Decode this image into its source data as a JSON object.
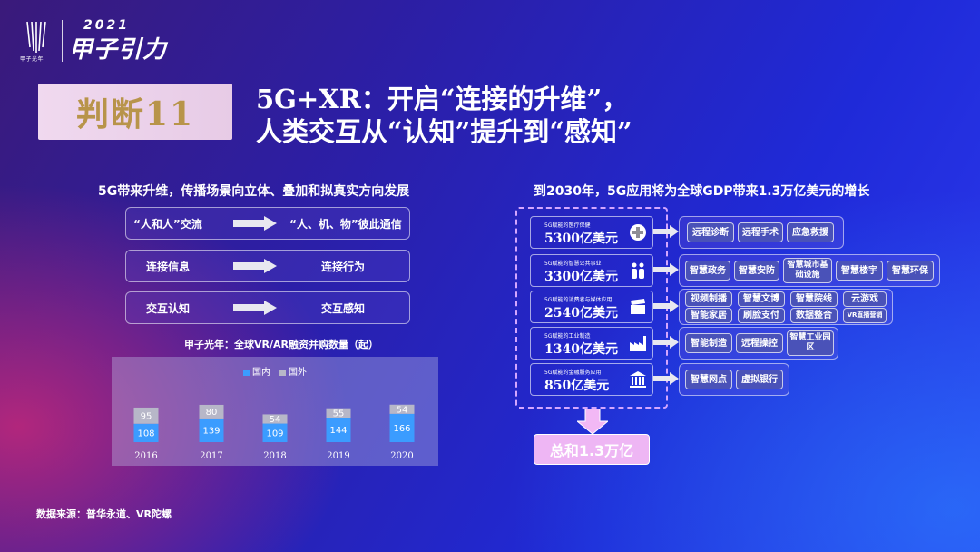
{
  "logo": {
    "company": "甲子光年",
    "year": "2021",
    "title": "甲子引力"
  },
  "badge": "判断11",
  "headline": {
    "line1": "5G+XR：开启“连接的升维”，",
    "line2": "人类交互从“认知”提升到“感知”"
  },
  "left": {
    "title": "5G带来升维，传播场景向立体、叠加和拟真实方向发展",
    "rows": [
      {
        "from": "“人和人”交流",
        "to": "“人、机、物”彼此通信"
      },
      {
        "from": "连接信息",
        "to": "连接行为"
      },
      {
        "from": "交互认知",
        "to": "交互感知"
      }
    ]
  },
  "chart_data": {
    "type": "bar",
    "title": "甲子光年：全球VR/AR融资并购数量（起）",
    "categories": [
      "2016",
      "2017",
      "2018",
      "2019",
      "2020"
    ],
    "series": [
      {
        "name": "国内",
        "values": [
          108,
          139,
          109,
          144,
          166
        ],
        "color": "#3b9cff"
      },
      {
        "name": "国外",
        "values": [
          95,
          80,
          54,
          55,
          54
        ],
        "color": "#b7b7c8"
      }
    ],
    "stacked": true,
    "legend": "top-center",
    "grid": false
  },
  "right": {
    "title": "到2030年，5G应用将为全球GDP带来1.3万亿美元的增长",
    "sectors": [
      {
        "small": "5G赋能的医疗保健",
        "big": "5300亿美元",
        "color": "#8e8e96",
        "icon": "medical-cross-icon",
        "tags": [
          "远程诊断",
          "远程手术",
          "应急救援"
        ]
      },
      {
        "small": "5G赋能的智慧公共事业",
        "big": "3300亿美元",
        "color": "#a4a4ac",
        "icon": "people-icon",
        "tags": [
          "智慧政务",
          "智慧安防",
          "智慧城市基础设施",
          "智慧楼宇",
          "智慧环保"
        ]
      },
      {
        "small": "5G赋能的消费者与媒体应用",
        "big": "2540亿美元",
        "color": "#79d8ee",
        "icon": "film-clapper-icon",
        "tags": [
          "视频制播",
          "智慧文博",
          "智慧院线",
          "云游戏",
          "智能家居",
          "刷脸支付",
          "数据整合",
          "VR直播营销"
        ]
      },
      {
        "small": "5G赋能的工业制造",
        "big": "1340亿美元",
        "color": "#37a8f5",
        "icon": "factory-icon",
        "tags": [
          "智能制造",
          "远程操控",
          "智慧工业园区"
        ]
      },
      {
        "small": "5G赋能的金融服务应用",
        "big": "850亿美元",
        "color": "#e9a6ef",
        "icon": "bank-icon",
        "tags": [
          "智慧网点",
          "虚拟银行"
        ]
      }
    ],
    "total": "总和1.3万亿"
  },
  "footer": "数据来源：普华永道、VR陀螺"
}
